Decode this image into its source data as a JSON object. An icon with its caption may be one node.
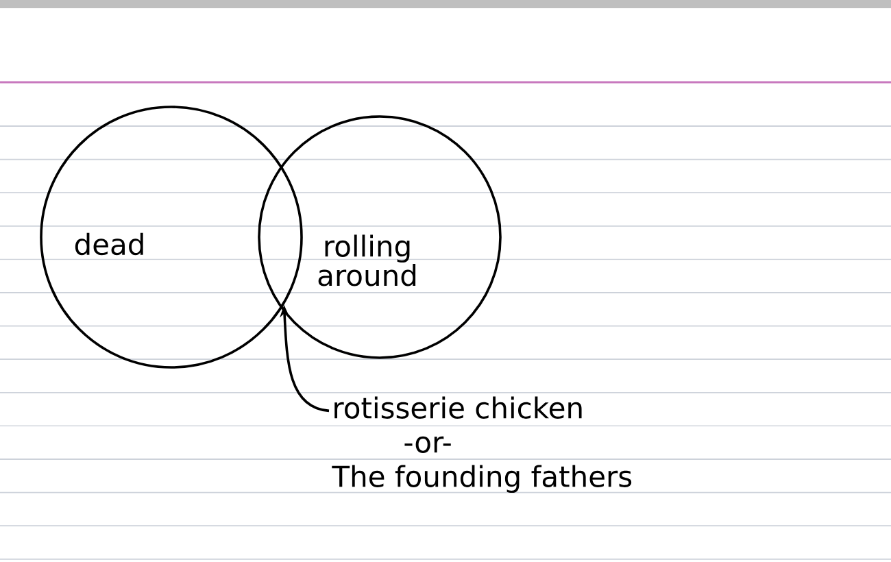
{
  "diagram": {
    "nodes": [
      {
        "text": [
          "dead"
        ]
      },
      {
        "text": [
          "rolling around"
        ]
      },
      {
        "text": [
          "rotisserie chicken",
          "-or-",
          "The founding fathers"
        ]
      }
    ],
    "edges": [
      {
        "from": 2,
        "to": 0,
        "arrow": "to"
      }
    ]
  }
}
